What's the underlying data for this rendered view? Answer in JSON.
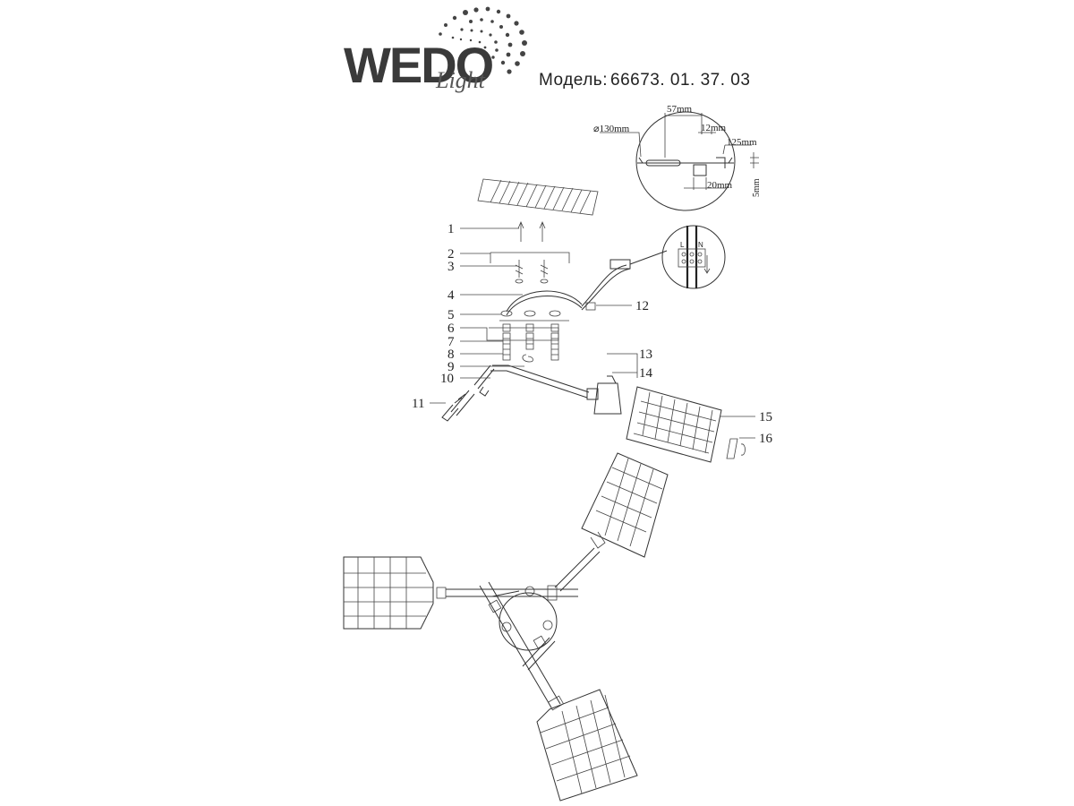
{
  "logo": {
    "brand": "WEDO",
    "script": "Light"
  },
  "model": {
    "label": "Модель:",
    "number": "66673. 01. 37. 03"
  },
  "dimensions": {
    "diameter": "⌀130mm",
    "width_57": "57mm",
    "width_12": "12mm",
    "width_125": "125mm",
    "width_20": "20mm",
    "height_5": "5mm"
  },
  "wiring": {
    "terminal_L": "L",
    "terminal_N": "N"
  },
  "callouts": [
    "1",
    "2",
    "3",
    "4",
    "5",
    "6",
    "7",
    "8",
    "9",
    "10",
    "11",
    "12",
    "13",
    "14",
    "15",
    "16"
  ]
}
